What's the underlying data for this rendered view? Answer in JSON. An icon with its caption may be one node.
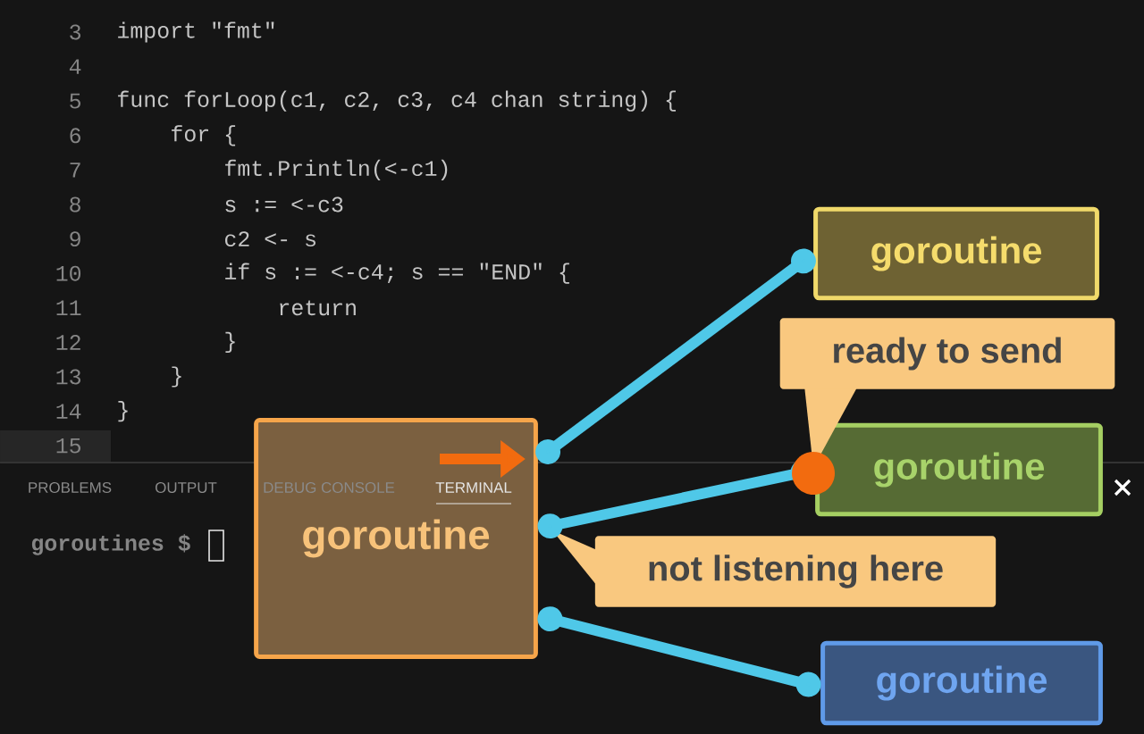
{
  "diagram": {
    "nodes": [
      {
        "text": [
          "goroutine"
        ]
      },
      {
        "text": [
          "goroutine"
        ]
      },
      {
        "text": [
          "goroutine"
        ]
      },
      {
        "text": [
          "goroutine"
        ]
      },
      {
        "text": [
          "ready to send"
        ]
      },
      {
        "text": [
          "not listening here"
        ]
      }
    ],
    "edges": [
      {
        "from": 0,
        "to": 1,
        "arrow": "other"
      },
      {
        "from": 0,
        "to": 2,
        "arrow": "other"
      },
      {
        "from": 0,
        "to": 3,
        "arrow": "other"
      }
    ],
    "labels": [
      "3",
      "import \"fmt\"",
      "4",
      "5",
      "func forLoop(c1, c2, c3, c4 chan string) {",
      "6",
      "for {",
      "7",
      "fmt.Println(<-c1)",
      "8",
      "s := <-c3",
      "9",
      "c2 <- s",
      "10",
      "if s := <-c4; s == \"END\" {",
      "11",
      "return",
      "12",
      "}",
      "13",
      "}",
      "14",
      "}",
      "15",
      "PROBLEMS",
      "OUTPUT",
      "DEBUG CONSOLE",
      "TERMINAL",
      "goroutines $"
    ]
  }
}
